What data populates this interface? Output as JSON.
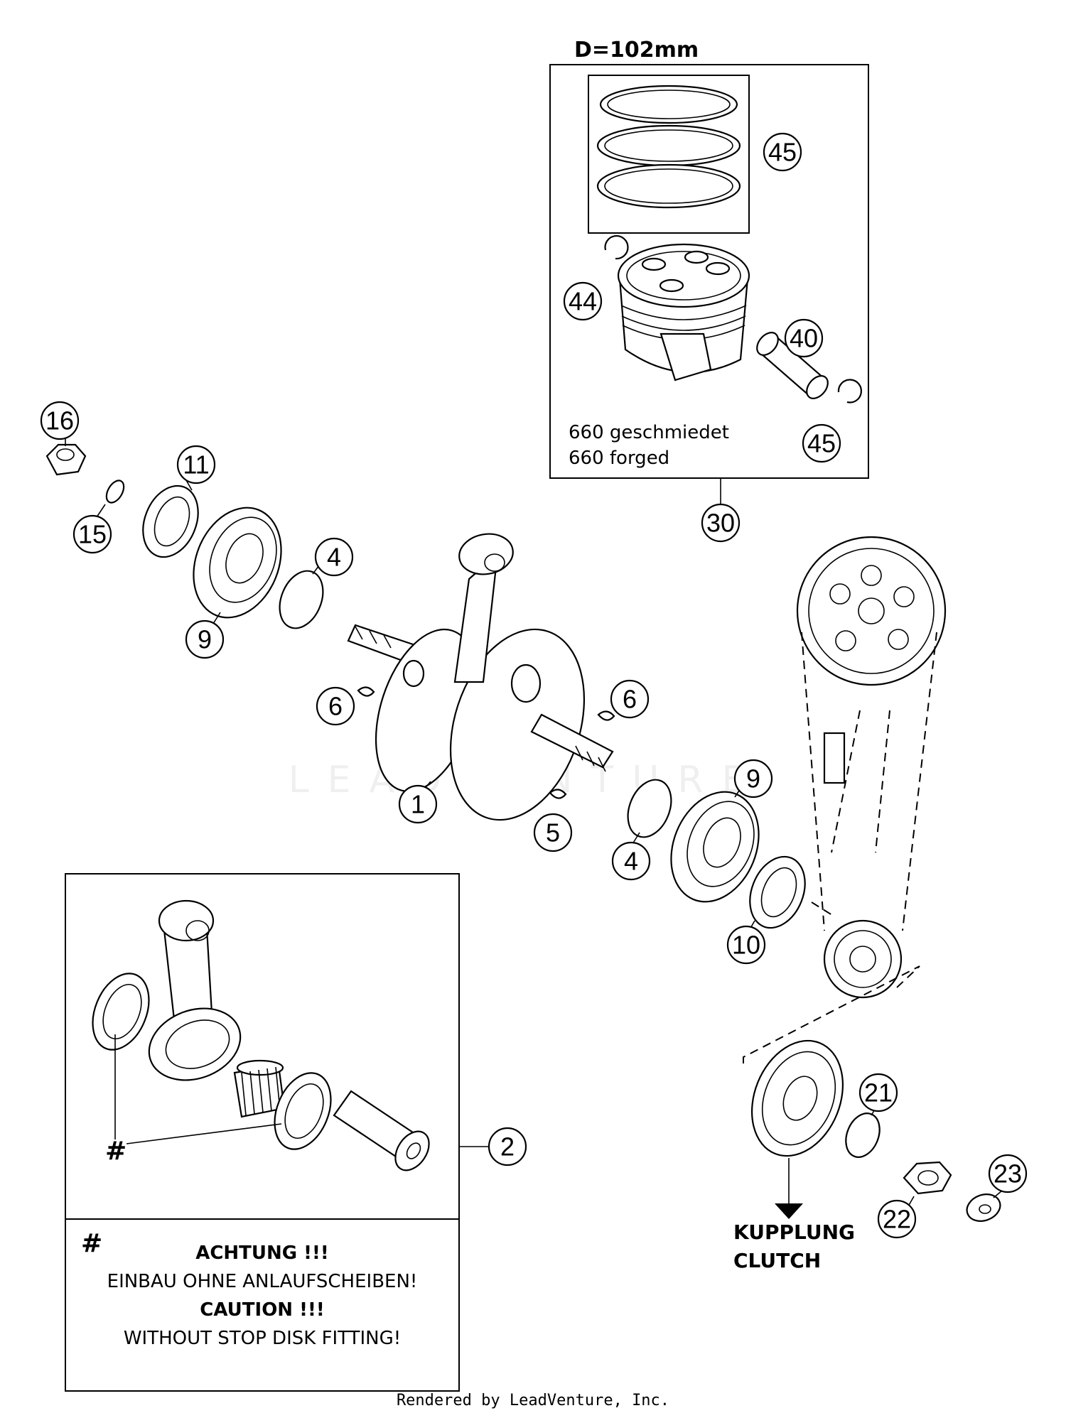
{
  "diameter_label": "D=102mm",
  "piston_note": {
    "line1": "660 geschmiedet",
    "line2": "660 forged"
  },
  "callouts": [
    {
      "id": "c1",
      "label": "1"
    },
    {
      "id": "c2",
      "label": "2"
    },
    {
      "id": "c4a",
      "label": "4"
    },
    {
      "id": "c4b",
      "label": "4"
    },
    {
      "id": "c5",
      "label": "5"
    },
    {
      "id": "c6a",
      "label": "6"
    },
    {
      "id": "c6b",
      "label": "6"
    },
    {
      "id": "c9a",
      "label": "9"
    },
    {
      "id": "c9b",
      "label": "9"
    },
    {
      "id": "c10",
      "label": "10"
    },
    {
      "id": "c11",
      "label": "11"
    },
    {
      "id": "c15",
      "label": "15"
    },
    {
      "id": "c16",
      "label": "16"
    },
    {
      "id": "c21",
      "label": "21"
    },
    {
      "id": "c22",
      "label": "22"
    },
    {
      "id": "c23",
      "label": "23"
    },
    {
      "id": "c30",
      "label": "30"
    },
    {
      "id": "c40",
      "label": "40"
    },
    {
      "id": "c44",
      "label": "44"
    },
    {
      "id": "c45a",
      "label": "45"
    },
    {
      "id": "c45b",
      "label": "45"
    }
  ],
  "hash_marker": "#",
  "caution_box": {
    "marker": "#",
    "line1": "ACHTUNG !!!",
    "line2": "EINBAU OHNE ANLAUFSCHEIBEN!",
    "line3": "CAUTION !!!",
    "line4": "WITHOUT STOP DISK FITTING!"
  },
  "clutch_label": {
    "line1": "KUPPLUNG",
    "line2": "CLUTCH"
  },
  "watermark": "LEADVENTURE",
  "footer": "Rendered by LeadVenture, Inc."
}
